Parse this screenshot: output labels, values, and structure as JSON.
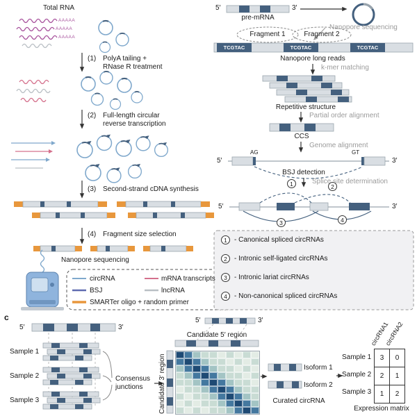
{
  "colors": {
    "dark_segment": "#44607e",
    "light_segment": "#d9dee3",
    "circrna_blue": "#7fa8cc",
    "bsj_purple": "#5f6bb0",
    "smarter_orange": "#e8973c",
    "mrna_pink": "#d4708c",
    "lncrna_gray": "#b9bfc4",
    "rna_purple": "#a8539d",
    "gray_label": "#9b9b9b",
    "heatmap_scale": [
      "#e3ece5",
      "#c9dcd4",
      "#a3c4c4",
      "#74a7b8",
      "#44789f",
      "#1e4a74"
    ]
  },
  "panel_a": {
    "total_rna": "Total RNA",
    "polya": "AAAAA",
    "steps": [
      {
        "num": "(1)",
        "label": "PolyA tailing +\nRNase R treatment"
      },
      {
        "num": "(2)",
        "label": "Full-length circular\nreverse transcription"
      },
      {
        "num": "(3)",
        "label": "Second-strand cDNA synthesis"
      },
      {
        "num": "(4)",
        "label": "Fragment size selection"
      }
    ],
    "nanopore": "Nanopore sequencing",
    "legend": {
      "circrna": "circRNA",
      "bsj": "BSJ",
      "smarter": "SMARTer oligo + random primer",
      "mrna": "mRNA transcripts",
      "lncrna": "lncRNA"
    }
  },
  "panel_b": {
    "five_prime": "5′",
    "three_prime": "3′",
    "pre_mrna": "pre-mRNA",
    "nanopore_sequencing": "Nanopore sequencing",
    "fragment1": "Fragment 1",
    "fragment2": "Fragment 2",
    "motif": "TCGTAC",
    "long_reads": "Nanopore long reads",
    "kmer_matching": "k-mer matching",
    "repetitive": "Repetitive structure",
    "poa": "Partial order alignment",
    "ccs": "CCS",
    "genome_alignment": "Genome alignment",
    "ag": "AG",
    "gt": "GT",
    "bsj_detection": "BSJ detection",
    "splice_site": "Splice site determination",
    "legend": [
      {
        "num": "1",
        "text": "- Canonical spliced circRNAs"
      },
      {
        "num": "2",
        "text": "- Intronic self-ligated circRNAs"
      },
      {
        "num": "3",
        "text": "- Intronic lariat circRNAs"
      },
      {
        "num": "4",
        "text": "- Non-canonical spliced circRNAs"
      }
    ]
  },
  "panel_c": {
    "label": "c",
    "five_prime": "5′",
    "three_prime": "3′",
    "samples": [
      "Sample 1",
      "Sample 2",
      "Sample 3"
    ],
    "consensus": "Consensus\njunctions",
    "candidate5": "Candidate 5′ region",
    "candidate3": "Candidate 3′ region",
    "isoforms": [
      "Isoform 1",
      "Isoform 2"
    ],
    "curated": "Curated circRNA",
    "heatmap": [
      [
        5,
        4,
        2,
        1,
        1,
        0,
        1,
        0,
        1,
        0
      ],
      [
        4,
        5,
        4,
        2,
        1,
        1,
        0,
        1,
        0,
        1
      ],
      [
        2,
        4,
        5,
        4,
        2,
        1,
        1,
        0,
        1,
        0
      ],
      [
        1,
        2,
        4,
        5,
        4,
        2,
        1,
        1,
        0,
        1
      ],
      [
        1,
        1,
        2,
        4,
        5,
        4,
        2,
        1,
        1,
        0
      ],
      [
        0,
        1,
        1,
        2,
        4,
        5,
        4,
        2,
        1,
        1
      ],
      [
        1,
        0,
        1,
        1,
        2,
        4,
        5,
        4,
        2,
        1
      ],
      [
        0,
        1,
        0,
        1,
        1,
        2,
        4,
        5,
        4,
        2
      ],
      [
        1,
        0,
        1,
        0,
        1,
        1,
        2,
        4,
        5,
        4
      ]
    ],
    "matrix": {
      "columns": [
        "circRNA1",
        "circRNA2"
      ],
      "rows": [
        {
          "label": "Sample 1",
          "values": [
            3,
            0
          ]
        },
        {
          "label": "Sample 2",
          "values": [
            2,
            1
          ]
        },
        {
          "label": "Sample 3",
          "values": [
            1,
            2
          ]
        }
      ],
      "caption": "Expression matrix"
    }
  }
}
